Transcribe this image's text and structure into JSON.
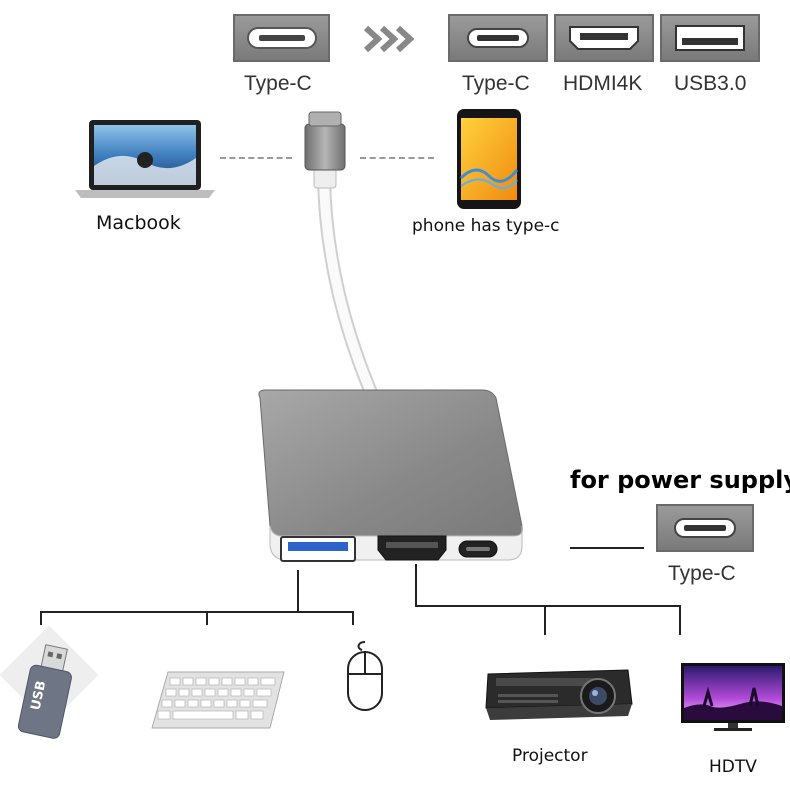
{
  "top_row": {
    "input_label": "Type-C",
    "outputs": [
      {
        "label": "Type-C",
        "icon": "usb-c-port-icon"
      },
      {
        "label": "HDMI4K",
        "icon": "hdmi-port-icon"
      },
      {
        "label": "USB3.0",
        "icon": "usb-a-port-icon"
      }
    ]
  },
  "devices": {
    "laptop": "Macbook",
    "phone": "phone has type-c"
  },
  "power": {
    "heading": "for power supply",
    "port_label": "Type-C"
  },
  "peripherals": {
    "usb_stick_text": "USB",
    "projector": "Projector",
    "tv": "HDTV"
  },
  "colors": {
    "hub_body": "#8c8c8c",
    "port_frame": "#7d7d7d",
    "usb3_blue": "#2b63c9"
  }
}
